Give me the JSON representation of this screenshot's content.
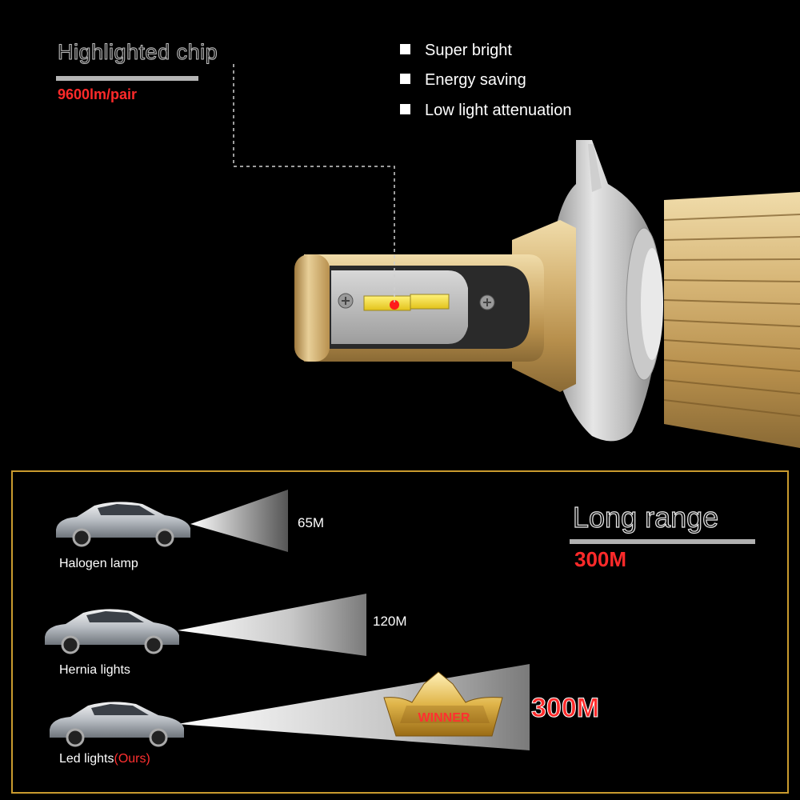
{
  "chip": {
    "title": "Highlighted chip",
    "value": "9600lm/pair"
  },
  "features": [
    "Super bright",
    "Energy saving",
    "Low light attenuation"
  ],
  "range": {
    "title": "Long range",
    "value": "300M"
  },
  "comparison": [
    {
      "label": "Halogen lamp",
      "distance": "65M"
    },
    {
      "label": "Hernia lights",
      "distance": "120M"
    },
    {
      "label": "Led lights",
      "label_suffix": "(Ours)",
      "distance": "300M"
    }
  ],
  "badge": "WINNER",
  "colors": {
    "accent_red": "#ff2a2a",
    "panel_border": "#c99a2e",
    "gold": "#c8a45a"
  }
}
